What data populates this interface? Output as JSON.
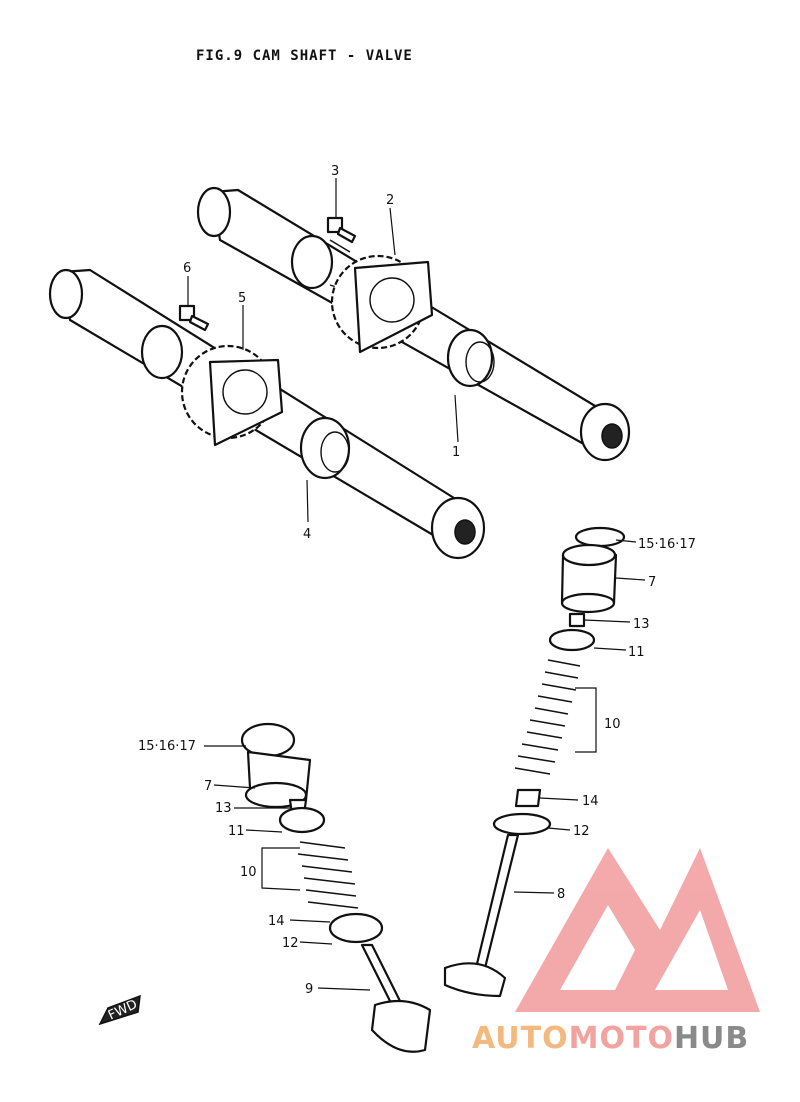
{
  "figure": {
    "title": "FIG.9  CAM SHAFT - VALVE"
  },
  "callouts": {
    "p1": "1",
    "p2": "2",
    "p3": "3",
    "p4": "4",
    "p5": "5",
    "p6": "6",
    "r15": "15·16·17",
    "r7": "7",
    "r13": "13",
    "r11": "11",
    "r10": "10",
    "r14": "14",
    "r12": "12",
    "r8": "8",
    "l15": "15·16·17",
    "l7": "7",
    "l13": "13",
    "l11": "11",
    "l10": "10",
    "l14": "14",
    "l12": "12",
    "l9": "9"
  },
  "fwd_arrow": {
    "label": "FWD"
  },
  "watermark": {
    "part_a": "AUTO",
    "part_b": "MOTO",
    "part_c": "HUB",
    "colors": {
      "auto": "#f4b97e",
      "moto": "#f2a39f",
      "hub": "#8a8a8a",
      "logo": "#f08d8d"
    }
  }
}
